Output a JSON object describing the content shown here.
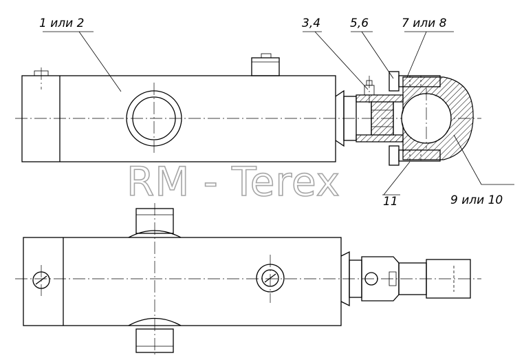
{
  "watermark": "RM - Terex",
  "labels": {
    "part_1_2": "1 или 2",
    "part_3_4": "3,4",
    "part_5_6": "5,6",
    "part_7_8": "7 или 8",
    "part_9_10": "9 или 10",
    "part_11": "11"
  }
}
